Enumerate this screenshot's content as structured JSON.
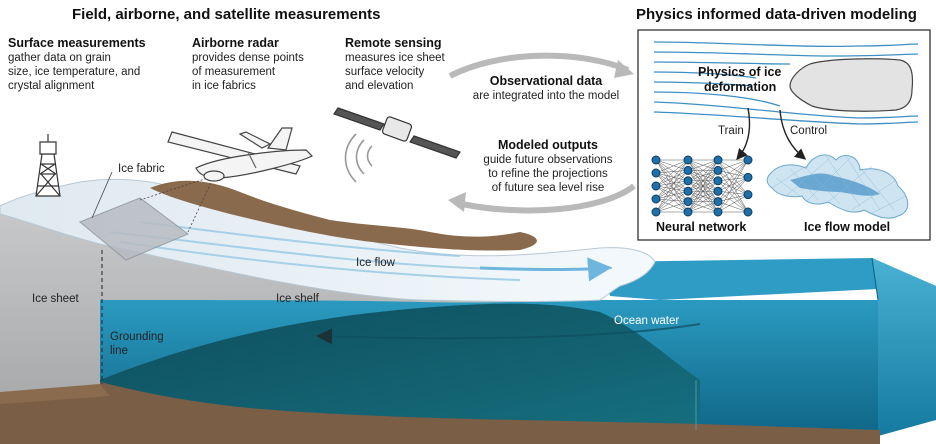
{
  "titles": {
    "left": "Field, airborne, and satellite measurements",
    "right": "Physics informed data-driven modeling"
  },
  "surface": {
    "heading": "Surface measurements",
    "lines": [
      "gather data on grain",
      "size, ice temperature, and",
      "crystal alignment"
    ]
  },
  "radar": {
    "heading": "Airborne radar",
    "lines": [
      "provides dense points",
      "of measurement",
      "in ice fabrics"
    ]
  },
  "remote": {
    "heading": "Remote sensing",
    "lines": [
      "measures ice sheet",
      "surface velocity",
      "and elevation"
    ]
  },
  "observational": {
    "heading": "Observational data",
    "lines": [
      "are integrated into the model"
    ]
  },
  "modeled": {
    "heading": "Modeled outputs",
    "lines": [
      "guide future observations",
      "to refine the projections",
      "of future sea level rise"
    ]
  },
  "modeling_box": {
    "physics_lines": [
      "Physics of ice",
      "deformation"
    ],
    "train": "Train",
    "control": "Control",
    "neural_network": "Neural network",
    "ice_flow_model": "Ice flow model"
  },
  "scene_labels": {
    "ice_fabric": "Ice fabric",
    "ice_flow": "Ice flow",
    "ice_sheet": "Ice sheet",
    "ice_shelf": "Ice shelf",
    "grounding_line": [
      "Grounding",
      "line"
    ],
    "ocean_water": "Ocean water"
  },
  "colors": {
    "ocean": "#1f86a8",
    "deep_water": "#0f4f5f",
    "bedrock": "#7a5e45",
    "ice": "#e9f3f9",
    "arrow_gray": "#b9b9b9",
    "flow_blue": "#6fb6de"
  }
}
